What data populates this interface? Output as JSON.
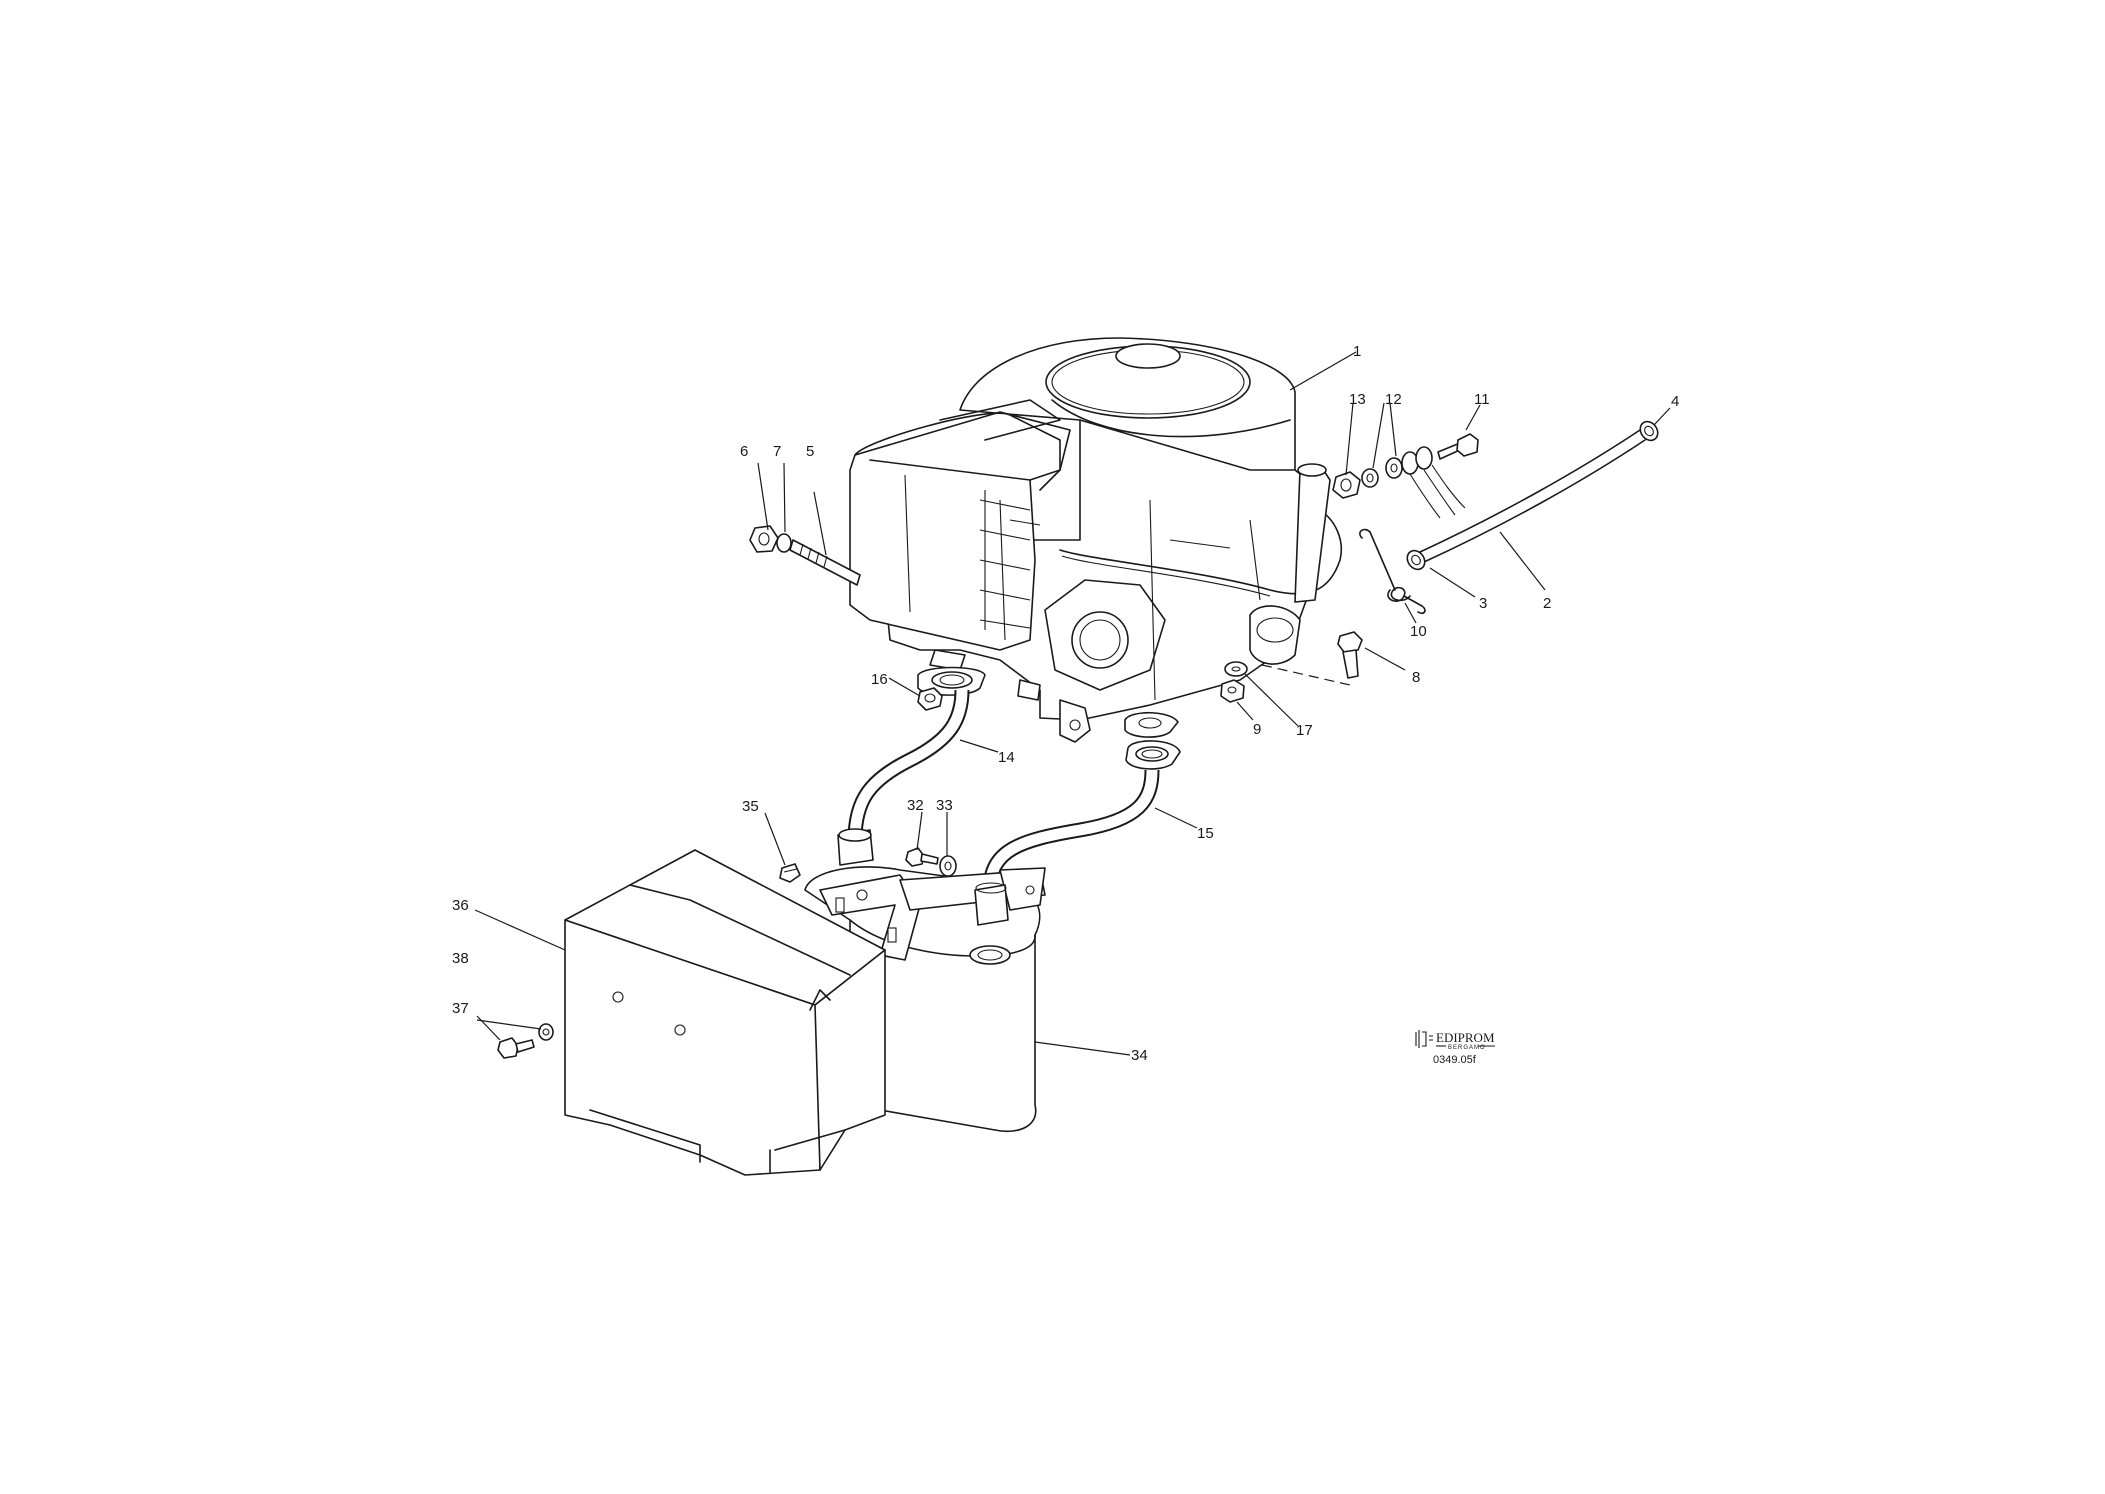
{
  "callouts": {
    "c1": "1",
    "c2": "2",
    "c3": "3",
    "c4": "4",
    "c5": "5",
    "c6": "6",
    "c7": "7",
    "c8": "8",
    "c9": "9",
    "c10": "10",
    "c11": "11",
    "c12": "12",
    "c13": "13",
    "c14": "14",
    "c15": "15",
    "c16": "16",
    "c17": "17",
    "c32": "32",
    "c33": "33",
    "c34": "34",
    "c35": "35",
    "c36": "36",
    "c37": "37",
    "c38": "38"
  },
  "logo": {
    "brand": "EDIPROM",
    "location": "BERGAMO",
    "drawing_number": "0349.05f"
  }
}
